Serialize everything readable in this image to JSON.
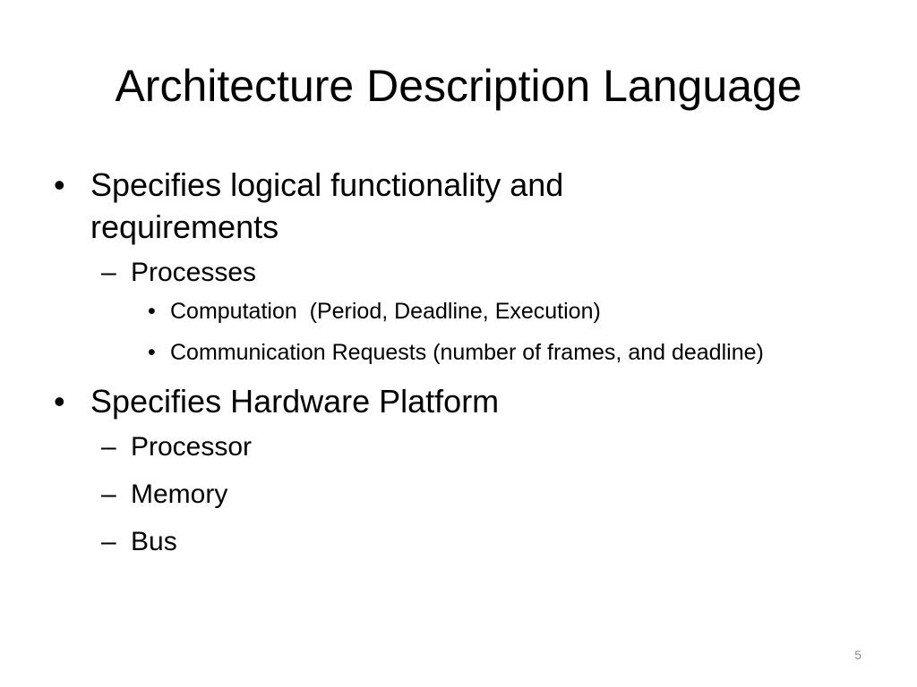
{
  "slide": {
    "title": "Architecture Description Language",
    "number": "5",
    "bullets": [
      {
        "text": "Specifies logical functionality and requirements",
        "bullet": "•",
        "children": [
          {
            "text": "Processes",
            "bullet": "–",
            "children": [
              {
                "text": "Computation  (Period, Deadline, Execution)",
                "bullet": "•"
              },
              {
                "text": "Communication Requests (number of frames, and deadline)",
                "bullet": "•"
              }
            ]
          }
        ]
      },
      {
        "text": "Specifies Hardware Platform",
        "bullet": "•",
        "children": [
          {
            "text": "Processor",
            "bullet": "–"
          },
          {
            "text": "Memory",
            "bullet": "–"
          },
          {
            "text": "Bus",
            "bullet": "–"
          }
        ]
      }
    ]
  }
}
